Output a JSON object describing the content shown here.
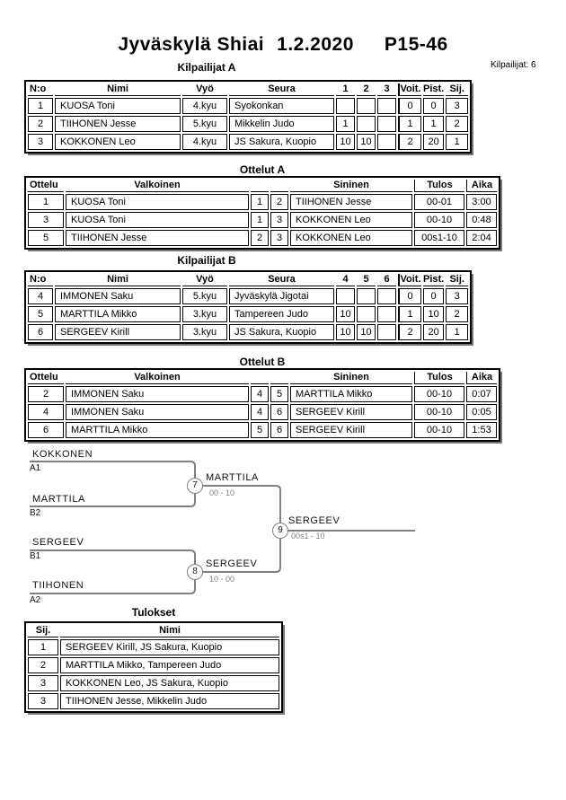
{
  "title": {
    "event": "Jyväskylä Shiai",
    "date": "1.2.2020",
    "category": "P15-46"
  },
  "competitor_count": "Kilpailijat: 6",
  "sections": {
    "poolA": "Kilpailijat A",
    "matchesA": "Ottelut A",
    "poolB": "Kilpailijat B",
    "matchesB": "Ottelut B",
    "results": "Tulokset"
  },
  "poolA": {
    "headers": {
      "no": "N:o",
      "name": "Nimi",
      "belt": "Vyö",
      "club": "Seura",
      "c1": "1",
      "c2": "2",
      "c3": "3",
      "wins": "Voit.",
      "points": "Pist.",
      "place": "Sij."
    },
    "rows": [
      {
        "no": "1",
        "name": "KUOSA Toni",
        "belt": "4.kyu",
        "club": "Syokonkan",
        "s1": "",
        "s2": "",
        "s3": "",
        "wins": "0",
        "points": "0",
        "place": "3"
      },
      {
        "no": "2",
        "name": "TIIHONEN Jesse",
        "belt": "5.kyu",
        "club": "Mikkelin Judo",
        "s1": "1",
        "s2": "",
        "s3": "",
        "wins": "1",
        "points": "1",
        "place": "2"
      },
      {
        "no": "3",
        "name": "KOKKONEN Leo",
        "belt": "4.kyu",
        "club": "JS Sakura, Kuopio",
        "s1": "10",
        "s2": "10",
        "s3": "",
        "wins": "2",
        "points": "20",
        "place": "1"
      }
    ]
  },
  "matchesA": {
    "headers": {
      "match": "Ottelu",
      "white": "Valkoinen",
      "blue": "Sininen",
      "result": "Tulos",
      "time": "Aika"
    },
    "rows": [
      {
        "no": "1",
        "white": "KUOSA Toni",
        "wn": "1",
        "bn": "2",
        "blue": "TIIHONEN Jesse",
        "result": "00-01",
        "time": "3:00"
      },
      {
        "no": "3",
        "white": "KUOSA Toni",
        "wn": "1",
        "bn": "3",
        "blue": "KOKKONEN Leo",
        "result": "00-10",
        "time": "0:48"
      },
      {
        "no": "5",
        "white": "TIIHONEN Jesse",
        "wn": "2",
        "bn": "3",
        "blue": "KOKKONEN Leo",
        "result": "00s1-10",
        "time": "2:04"
      }
    ]
  },
  "poolB": {
    "headers": {
      "no": "N:o",
      "name": "Nimi",
      "belt": "Vyö",
      "club": "Seura",
      "c1": "4",
      "c2": "5",
      "c3": "6",
      "wins": "Voit.",
      "points": "Pist.",
      "place": "Sij."
    },
    "rows": [
      {
        "no": "4",
        "name": "IMMONEN Saku",
        "belt": "5.kyu",
        "club": "Jyväskylä Jigotai",
        "s1": "",
        "s2": "",
        "s3": "",
        "wins": "0",
        "points": "0",
        "place": "3"
      },
      {
        "no": "5",
        "name": "MARTTILA Mikko",
        "belt": "3.kyu",
        "club": "Tampereen Judo",
        "s1": "10",
        "s2": "",
        "s3": "",
        "wins": "1",
        "points": "10",
        "place": "2"
      },
      {
        "no": "6",
        "name": "SERGEEV Kirill",
        "belt": "3.kyu",
        "club": "JS Sakura, Kuopio",
        "s1": "10",
        "s2": "10",
        "s3": "",
        "wins": "2",
        "points": "20",
        "place": "1"
      }
    ]
  },
  "matchesB": {
    "headers": {
      "match": "Ottelu",
      "white": "Valkoinen",
      "blue": "Sininen",
      "result": "Tulos",
      "time": "Aika"
    },
    "rows": [
      {
        "no": "2",
        "white": "IMMONEN Saku",
        "wn": "4",
        "bn": "5",
        "blue": "MARTTILA Mikko",
        "result": "00-10",
        "time": "0:07"
      },
      {
        "no": "4",
        "white": "IMMONEN Saku",
        "wn": "4",
        "bn": "6",
        "blue": "SERGEEV Kirill",
        "result": "00-10",
        "time": "0:05"
      },
      {
        "no": "6",
        "white": "MARTTILA Mikko",
        "wn": "5",
        "bn": "6",
        "blue": "SERGEEV Kirill",
        "result": "00-10",
        "time": "1:53"
      }
    ]
  },
  "bracket": {
    "slots": [
      {
        "name": "KOKKONEN",
        "seed": "A1"
      },
      {
        "name": "MARTTILA",
        "seed": "B2"
      },
      {
        "name": "SERGEEV",
        "seed": "B1"
      },
      {
        "name": "TIIHONEN",
        "seed": "A2"
      }
    ],
    "matches": [
      {
        "number": "7",
        "winner": "MARTTILA",
        "score": "00 - 10"
      },
      {
        "number": "8",
        "winner": "SERGEEV",
        "score": "10 - 00"
      },
      {
        "number": "9",
        "winner": "SERGEEV",
        "score": "00s1 - 10"
      }
    ],
    "line_color": "#808080"
  },
  "results": {
    "headers": {
      "place": "Sij.",
      "name": "Nimi"
    },
    "rows": [
      {
        "place": "1",
        "name": "SERGEEV Kirill, JS Sakura, Kuopio"
      },
      {
        "place": "2",
        "name": "MARTTILA Mikko, Tampereen Judo"
      },
      {
        "place": "3",
        "name": "KOKKONEN Leo, JS Sakura, Kuopio"
      },
      {
        "place": "3",
        "name": "TIIHONEN Jesse, Mikkelin Judo"
      }
    ]
  }
}
